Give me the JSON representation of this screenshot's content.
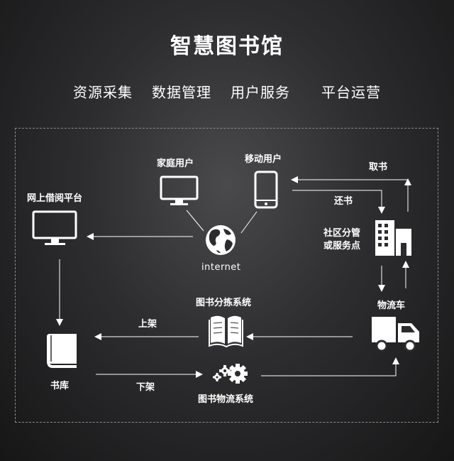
{
  "title": "智慧图书馆",
  "nav": [
    "资源采集",
    "数据管理",
    "用户服务",
    "平台运营"
  ],
  "nodes": {
    "home_user": "家庭用户",
    "mobile_user": "移动用户",
    "online_platform": "网上借阅平台",
    "internet": "internet",
    "community_line1": "社区分管",
    "community_line2": "或服务点",
    "logistics_truck": "物流车",
    "sorting_system": "图书分拣系统",
    "logistics_system": "图书物流系统",
    "book_library": "书库"
  },
  "edges": {
    "pickup": "取书",
    "return": "还书",
    "shelve_up": "上架",
    "shelve_down": "下架"
  }
}
